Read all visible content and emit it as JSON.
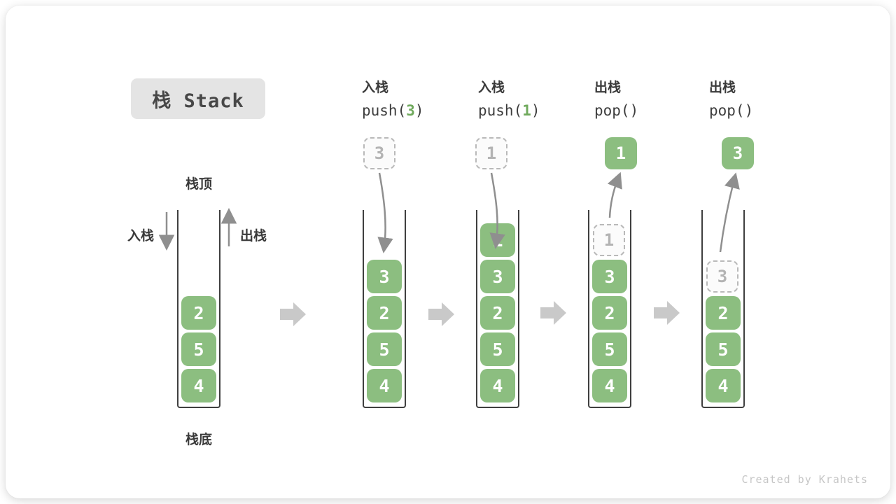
{
  "title": "栈 Stack",
  "stack_labels": {
    "top": "栈顶",
    "bottom": "栈底",
    "push": "入栈",
    "pop": "出栈"
  },
  "operations": [
    {
      "name": "入栈",
      "code_prefix": "push(",
      "code_arg": "3",
      "code_suffix": ")"
    },
    {
      "name": "入栈",
      "code_prefix": "push(",
      "code_arg": "1",
      "code_suffix": ")"
    },
    {
      "name": "出栈",
      "code_prefix": "pop(",
      "code_arg": "",
      "code_suffix": ")"
    },
    {
      "name": "出栈",
      "code_prefix": "pop(",
      "code_arg": "",
      "code_suffix": ")"
    }
  ],
  "stacks": [
    {
      "blocks": [
        "2",
        "5",
        "4"
      ]
    },
    {
      "floating": "3",
      "blocks": [
        "3",
        "2",
        "5",
        "4"
      ]
    },
    {
      "floating": "1",
      "blocks": [
        "1",
        "3",
        "2",
        "5",
        "4"
      ]
    },
    {
      "floating": "1",
      "ghost": "1",
      "blocks": [
        "3",
        "2",
        "5",
        "4"
      ]
    },
    {
      "floating": "3",
      "ghost": "3",
      "blocks": [
        "2",
        "5",
        "4"
      ]
    }
  ],
  "colors": {
    "block_green": "#8CBE80",
    "code_arg_green": "#6FA95C",
    "arrow_gray": "#8f8f8f",
    "transition_arrow_gray": "#c9c9c9",
    "dashed_border_gray": "#b9b9b9",
    "title_bg": "#e4e4e4"
  },
  "watermark": "Created by Krahets"
}
